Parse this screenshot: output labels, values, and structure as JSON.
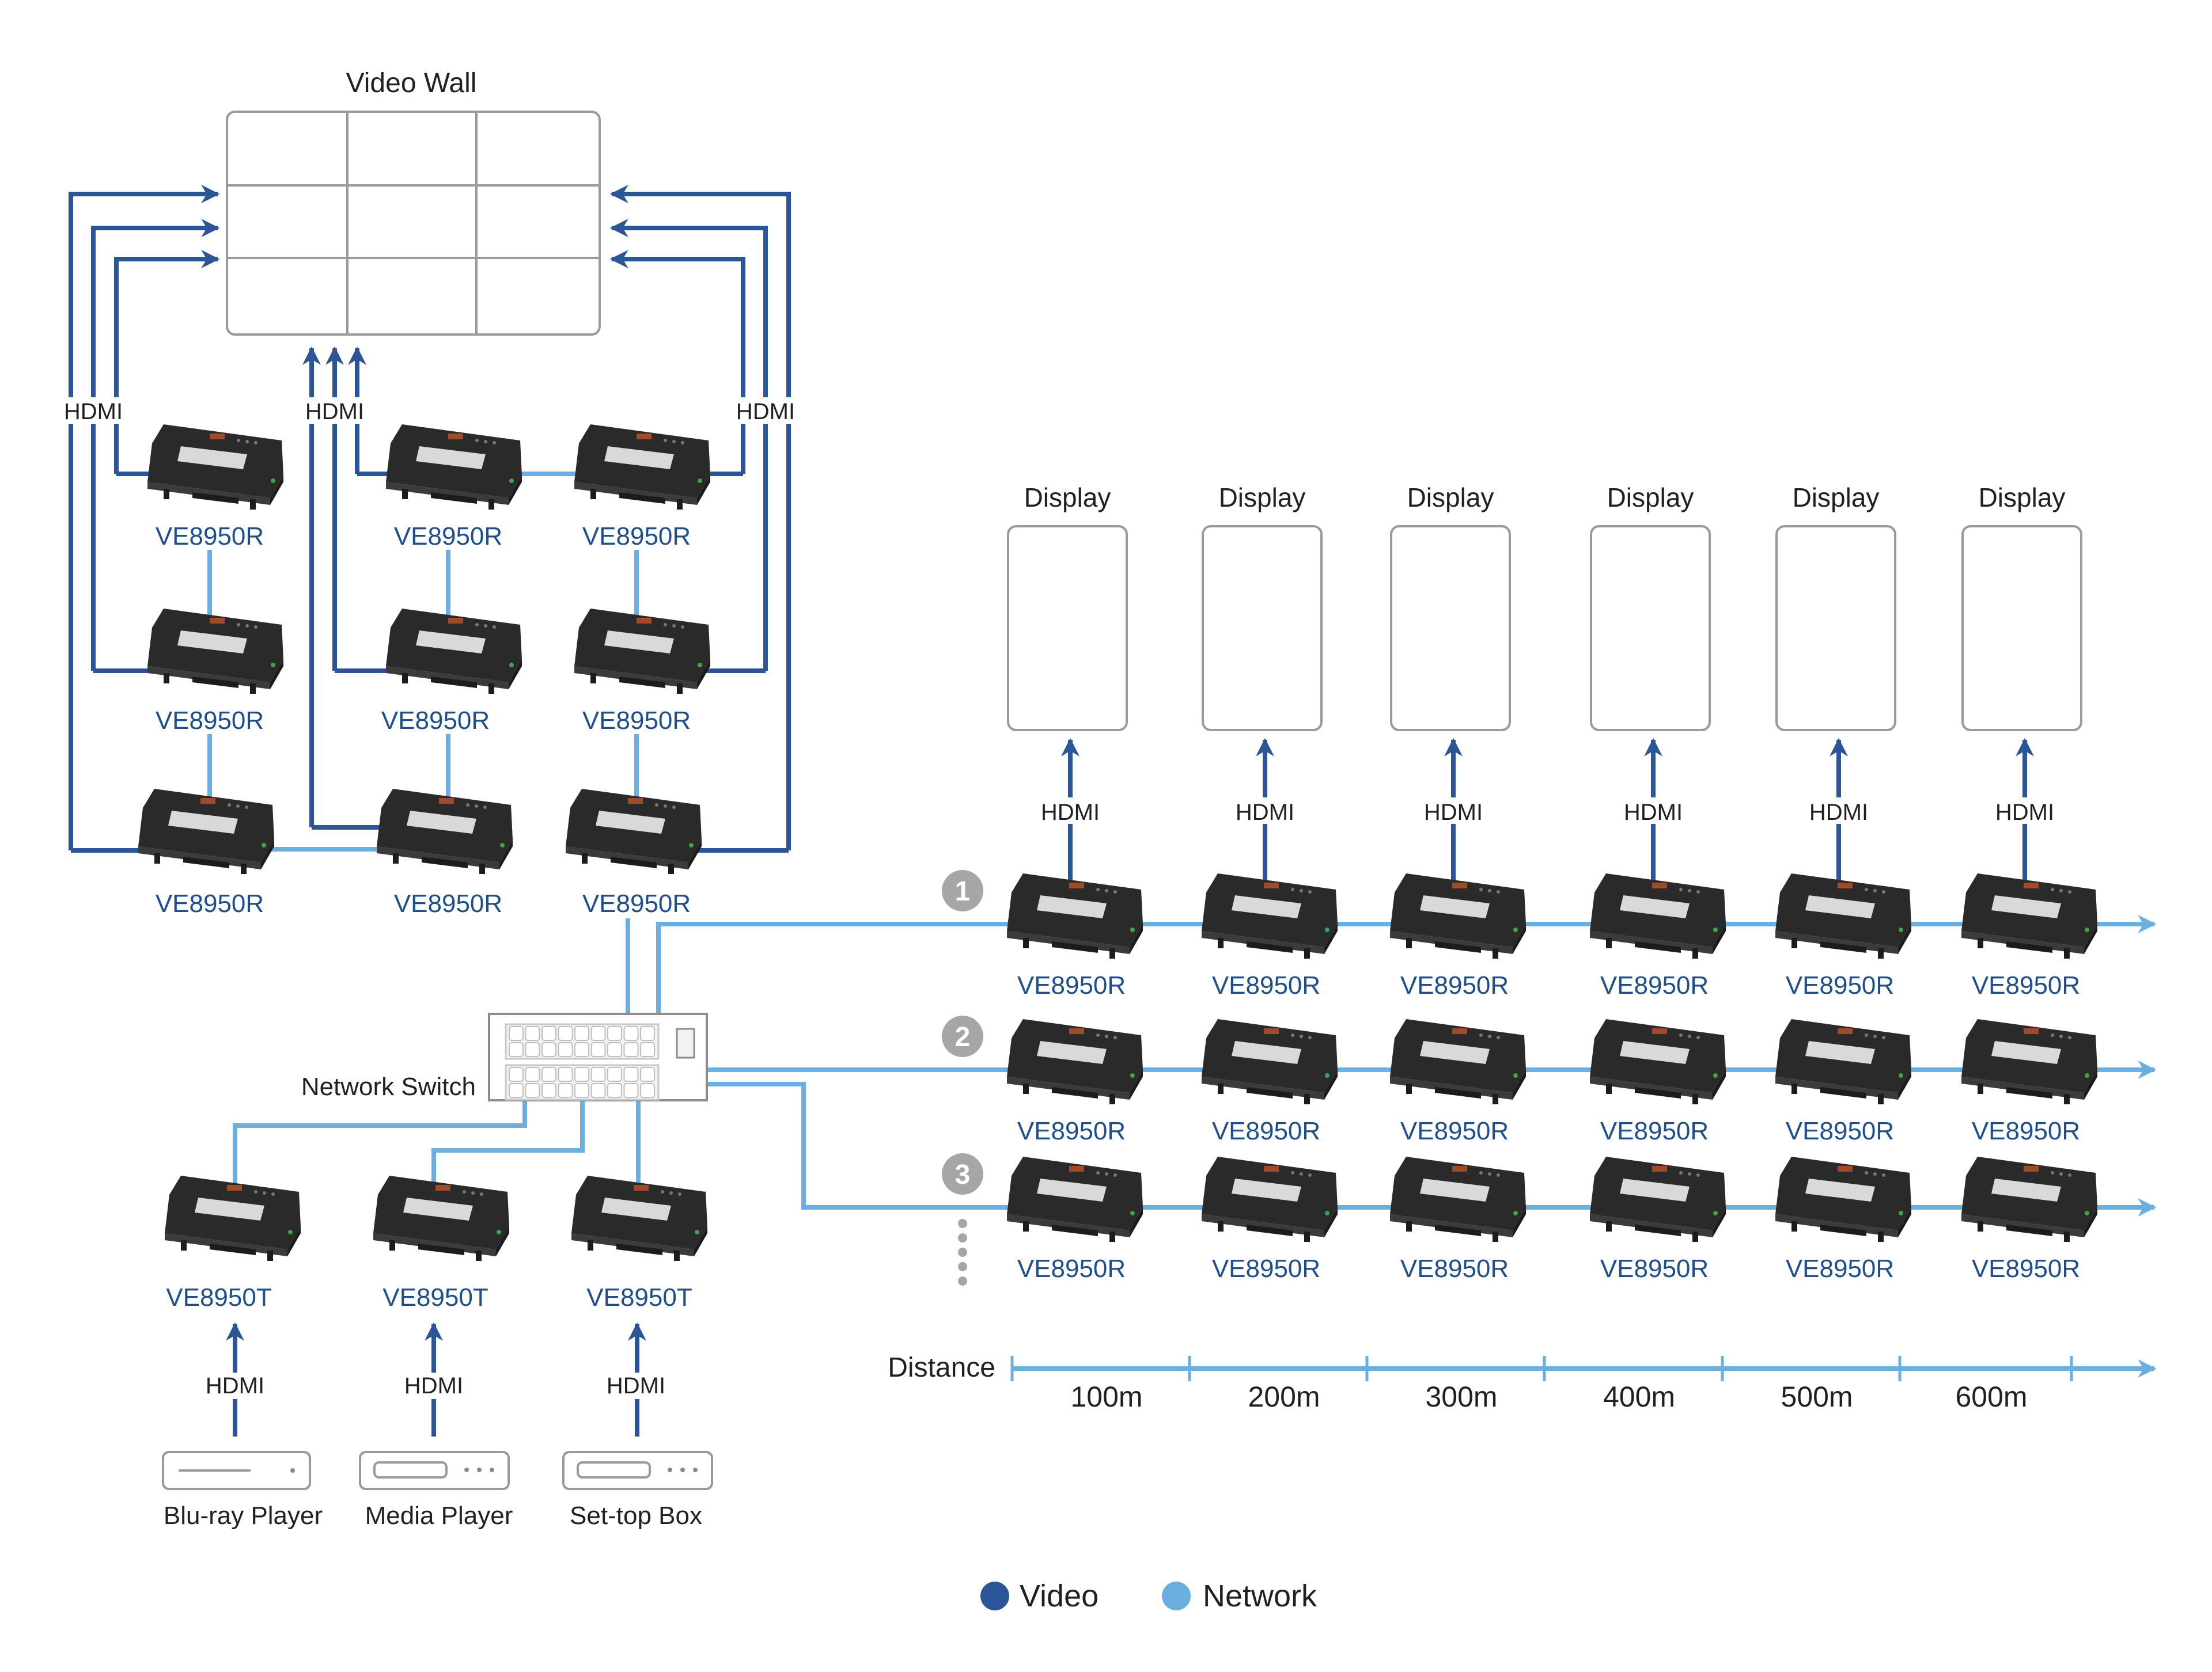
{
  "colors": {
    "video": "#2b5597",
    "network": "#6aafdf",
    "text": "#231f20",
    "model_text": "#1f4e8c",
    "outline": "#9a9a9a",
    "badge": "#a6a6a6"
  },
  "video_wall": {
    "title": "Video Wall",
    "grid": "3x3",
    "hdmi_labels": [
      "HDMI",
      "HDMI",
      "HDMI"
    ],
    "receivers": [
      [
        "VE8950R",
        "VE8950R",
        "VE8950R"
      ],
      [
        "VE8950R",
        "VE8950R",
        "VE8950R"
      ],
      [
        "VE8950R",
        "VE8950R",
        "VE8950R"
      ]
    ]
  },
  "network_switch": {
    "label": "Network Switch",
    "icon": "network-switch-icon"
  },
  "sources": [
    {
      "device": "Blu-ray Player",
      "transmitter": "VE8950T",
      "link": "HDMI",
      "icon": "bluray-player-icon"
    },
    {
      "device": "Media Player",
      "transmitter": "VE8950T",
      "link": "HDMI",
      "icon": "media-player-icon"
    },
    {
      "device": "Set-top Box",
      "transmitter": "VE8950T",
      "link": "HDMI",
      "icon": "set-top-box-icon"
    }
  ],
  "displays": {
    "labels": [
      "Display",
      "Display",
      "Display",
      "Display",
      "Display",
      "Display"
    ],
    "hdmi_label": "HDMI"
  },
  "chains": [
    {
      "number": "1",
      "receivers": [
        "VE8950R",
        "VE8950R",
        "VE8950R",
        "VE8950R",
        "VE8950R",
        "VE8950R"
      ]
    },
    {
      "number": "2",
      "receivers": [
        "VE8950R",
        "VE8950R",
        "VE8950R",
        "VE8950R",
        "VE8950R",
        "VE8950R"
      ]
    },
    {
      "number": "3",
      "receivers": [
        "VE8950R",
        "VE8950R",
        "VE8950R",
        "VE8950R",
        "VE8950R",
        "VE8950R"
      ]
    }
  ],
  "distance": {
    "label": "Distance",
    "ticks": [
      "100m",
      "200m",
      "300m",
      "400m",
      "500m",
      "600m"
    ]
  },
  "legend": [
    {
      "label": "Video",
      "key": "video"
    },
    {
      "label": "Network",
      "key": "network"
    }
  ]
}
